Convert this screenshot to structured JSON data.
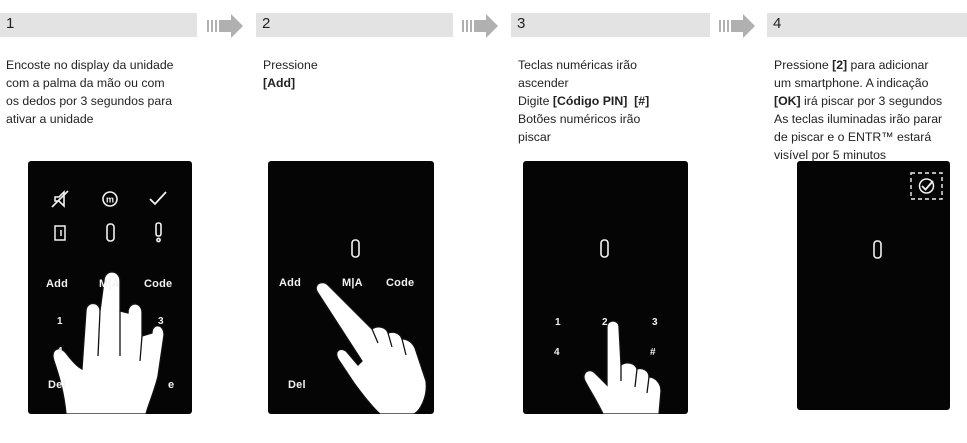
{
  "steps": [
    {
      "number": "1",
      "lines": [
        "Encoste no display da unidade",
        "com a palma da mão ou com",
        "os dedos por 3 segundos para",
        "ativar a unidade"
      ],
      "keys": {
        "add": "Add",
        "ma": "M|A",
        "code": "Code",
        "k1": "1",
        "k3": "3",
        "k4": "4",
        "del": "Del",
        "e": "e"
      }
    },
    {
      "number": "2",
      "line1": "Pressione",
      "line2": "[Add]",
      "keys": {
        "add": "Add",
        "ma": "M|A",
        "code": "Code",
        "del": "Del"
      }
    },
    {
      "number": "3",
      "line1": "Teclas numéricas irão",
      "line2": "ascender",
      "line3_pre": "Digite ",
      "line3_b1": "[Código PIN]",
      "line3_b2": "[#]",
      "line4": "Botões numéricos irão",
      "line5": "piscar",
      "keys": {
        "k1": "1",
        "k2": "2",
        "k3": "3",
        "k4": "4",
        "hash": "#"
      }
    },
    {
      "number": "4",
      "l1_pre": "Pressione ",
      "l1_b": "[2]",
      "l1_post": " para adicionar",
      "l2": "um smartphone. A indicação",
      "l3_b": "[OK]",
      "l3_post": " irá piscar por 3 segundos",
      "l4": "As teclas iluminadas irão parar",
      "l5": "de piscar e o ENTR™ estará",
      "l6": "visível por 5 minutos"
    }
  ],
  "icons": [
    "arrow-right-icon",
    "mute-icon",
    "m-icon",
    "check-icon",
    "door-icon",
    "battery-icon",
    "alert-icon",
    "hand-icon",
    "pointing-hand-icon"
  ]
}
